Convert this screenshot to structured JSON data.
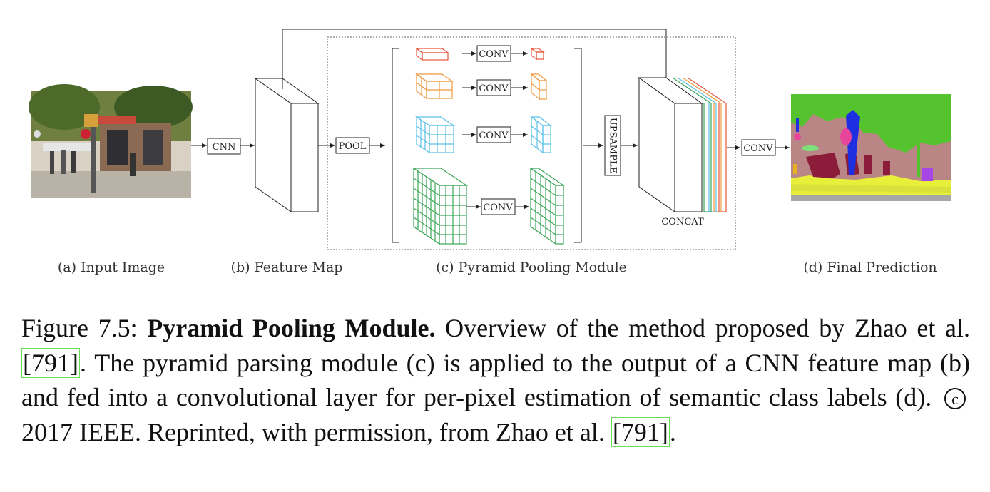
{
  "figure": {
    "labels": {
      "a": "(a) Input Image",
      "b": "(b) Feature Map",
      "c": "(c) Pyramid Pooling Module",
      "d": "(d) Final Prediction"
    },
    "boxes": {
      "cnn": "CNN",
      "pool": "POOL",
      "conv": "CONV",
      "upsample": "UPSAMPLE",
      "concat": "CONCAT"
    },
    "colors": {
      "red": "#e8553a",
      "orange": "#f0983e",
      "cyan": "#5bc0e8",
      "green": "#3aa657"
    }
  },
  "caption": {
    "fig_num": "Figure 7.5:",
    "fig_title": "Pyramid Pooling Module.",
    "part1": "Overview of the method proposed by Zhao et al.",
    "cite1": "791",
    "part2": ". The pyramid parsing module (c) is applied to the output of a CNN feature map (b) and fed into a convolutional layer for per-pixel estimation of semantic class labels (d).",
    "copyright_symbol": "c",
    "part3": "2017 IEEE. Reprinted, with permission, from Zhao et al.",
    "cite2": "791",
    "part4": "."
  }
}
